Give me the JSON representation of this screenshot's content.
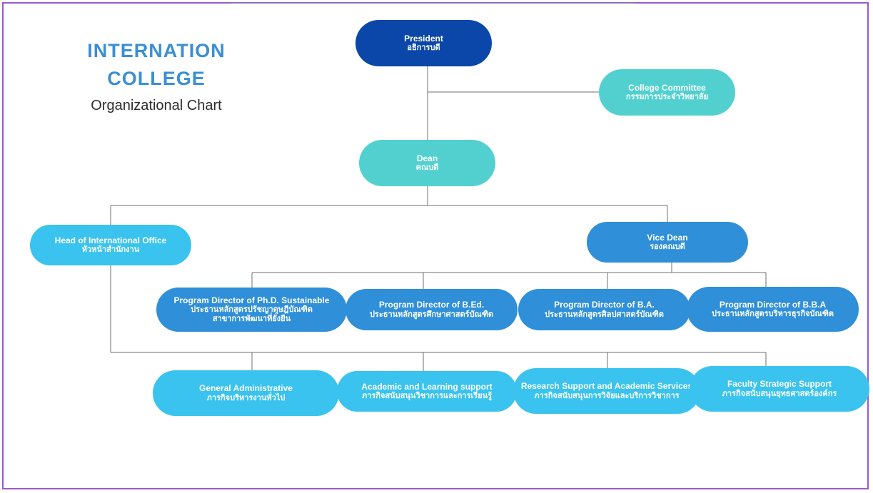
{
  "title_line1": "INTERNATION",
  "title_line2": "COLLEGE",
  "subtitle": "Organizational Chart",
  "nodes": {
    "president": {
      "en": "President",
      "th": "อธิการบดี"
    },
    "committee": {
      "en": "College Committee",
      "th": "กรรมการประจำวิทยาลัย"
    },
    "dean": {
      "en": "Dean",
      "th": "คณบดี"
    },
    "head_intl": {
      "en": "Head of International Office",
      "th": "หัวหน้าสำนักงาน"
    },
    "vice_dean": {
      "en": "Vice Dean",
      "th": "รองคณบดี"
    },
    "phd": {
      "en": "Program Director of Ph.D. Sustainable",
      "th": "ประธานหลักสูตรปรัชญาดุษฎีบัณฑิต",
      "th2": "สาขาการพัฒนาที่ยั่งยืน"
    },
    "bed": {
      "en": "Program Director of B.Ed.",
      "th": "ประธานหลักสูตรศึกษาศาสตร์บัณฑิต"
    },
    "ba": {
      "en": "Program Director of B.A.",
      "th": "ประธานหลักสูตรศิลปศาสตร์บัณฑิต"
    },
    "bba": {
      "en": "Program Director of B.B.A",
      "th": "ประธานหลักสูตรบริหารธุรกิจบัณฑิต"
    },
    "general": {
      "en": "General Administrative",
      "th": "ภารกิจบริหารงานทั่วไป"
    },
    "academic": {
      "en": "Academic and Learning support",
      "th": "ภารกิจสนับสนุนวิชาการและการเรียนรู้"
    },
    "research": {
      "en": "Research Support and Academic Services",
      "th": "ภารกิจสนับสนุนการวิจัยและบริการวิชาการ"
    },
    "faculty": {
      "en": "Faculty Strategic Support",
      "th": "ภารกิจสนับสนุนยุทธศาสตร์องค์กร"
    }
  },
  "colors": {
    "navy": "#0b47a8",
    "teal": "#52d0cf",
    "sky": "#39c3ee",
    "blue": "#2f8fd8",
    "title": "#3a8fd6",
    "frame": "#9b59d0"
  }
}
